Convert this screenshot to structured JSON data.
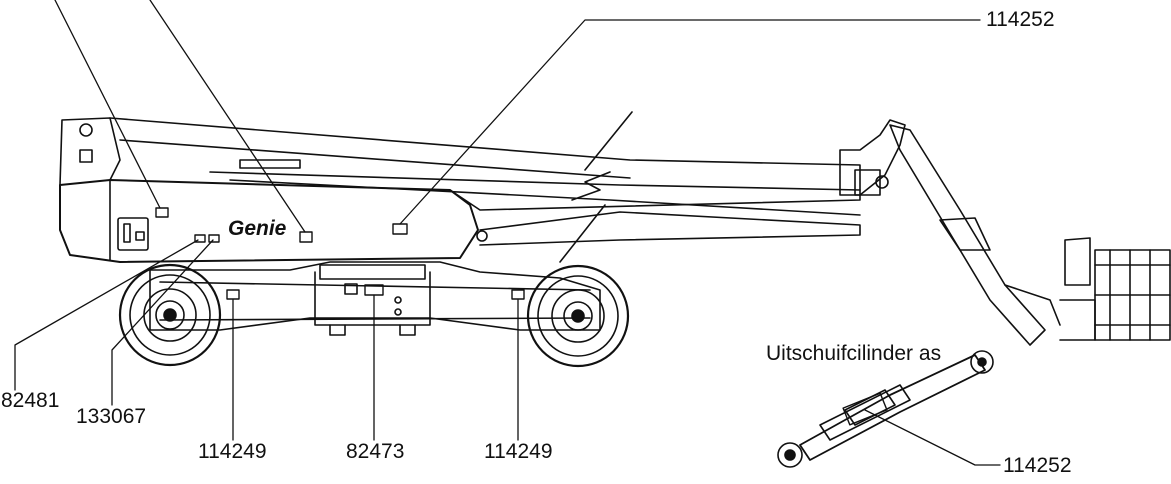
{
  "labels": {
    "top_right": "114252",
    "left_1": "82481",
    "left_2": "133067",
    "bottom_1": "114249",
    "bottom_2": "82473",
    "bottom_3": "114249",
    "cylinder_caption": "Uitschuifcilinder as",
    "cylinder_label": "114252"
  },
  "logo": {
    "text": "Genie"
  }
}
